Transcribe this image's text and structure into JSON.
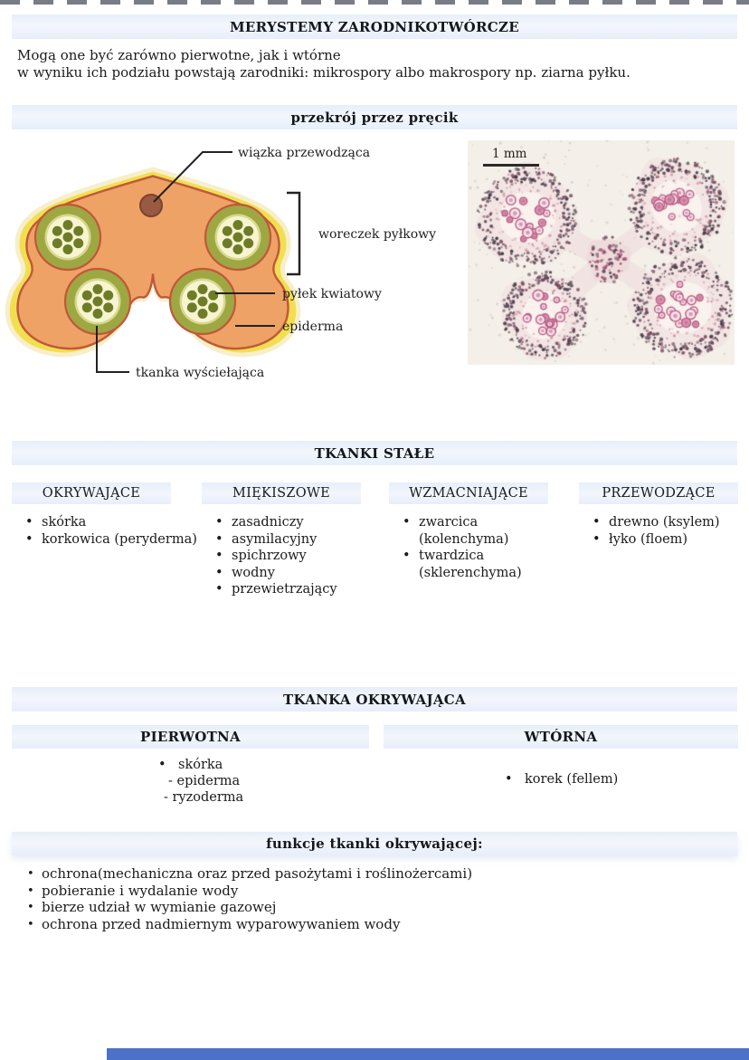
{
  "page": {
    "title": "MERYSTEMY ZARODNIKOTWÓRCZE",
    "intro_line1": "Mogą one być zarówno pierwotne, jak i wtórne",
    "intro_line2": "w wyniku ich podziału powstają zarodniki: mikrospory albo makrospory np. ziarna pyłku."
  },
  "anther_section": {
    "title": "przekrój przez pręcik",
    "diagram_labels": {
      "vascular_bundle": "wiązka przewodząca",
      "pollen_sac": "woreczek pyłkowy",
      "pollen": "pyłek kwiatowy",
      "epidermis": "epiderma",
      "lining_tissue": "tkanka wyściełająca"
    },
    "micrograph": {
      "scale_label": "1 mm"
    },
    "diagram_colors": {
      "outer_outline": "#f7efcc",
      "yellow_band": "#f2df50",
      "body_orange": "#eea266",
      "body_border": "#c1583a",
      "sac_ring_olive": "#9ea843",
      "sac_inner_ring": "#d8d88e",
      "sac_center": "#f7f4d2",
      "pollen_dot": "#6f7c27",
      "vascular_bundle_fill": "#9a5a41",
      "vascular_bundle_border": "#7a4330"
    }
  },
  "permanent_tissues": {
    "title": "TKANKI STAŁE",
    "columns": [
      {
        "header": "OKRYWAJĄCE",
        "items": [
          [
            "skórka"
          ],
          [
            "korkowica (peryderma)"
          ]
        ]
      },
      {
        "header": "MIĘKISZOWE",
        "items": [
          [
            "zasadniczy"
          ],
          [
            "asymilacyjny"
          ],
          [
            "spichrzowy"
          ],
          [
            "wodny"
          ],
          [
            "przewietrzający"
          ]
        ]
      },
      {
        "header": "WZMACNIAJĄCE",
        "items": [
          [
            "zwarcica",
            "(kolenchyma)"
          ],
          [
            "twardzica",
            "(sklerenchyma)"
          ]
        ]
      },
      {
        "header": "PRZEWODZĄCE",
        "items": [
          [
            "drewno (ksylem)"
          ],
          [
            "łyko (floem)"
          ]
        ]
      }
    ]
  },
  "covering_tissue": {
    "title": "TKANKA OKRYWAJĄCA",
    "primary": {
      "header": "PIERWOTNA",
      "bullet_item": "skórka",
      "sub_items": [
        "- epiderma",
        "- ryzoderma"
      ]
    },
    "secondary": {
      "header": "WTÓRNA",
      "bullet_item": "korek (fellem)"
    }
  },
  "functions": {
    "title": "funkcje tkanki okrywającej:",
    "items": [
      "ochrona(mechaniczna oraz przed pasożytami i roślinożercami)",
      "pobieranie i wydalanie wody",
      "bierze udział w wymianie gazowej",
      "ochrona przed nadmiernym wyparowywaniem wody"
    ]
  },
  "colors": {
    "header_bar": "#e9f0fa",
    "text": "#1b1b1b",
    "bottom_strip": "#4b71c8",
    "micrograph_bg": "#f4efe8",
    "micrograph_stain": "#bb5e86"
  }
}
